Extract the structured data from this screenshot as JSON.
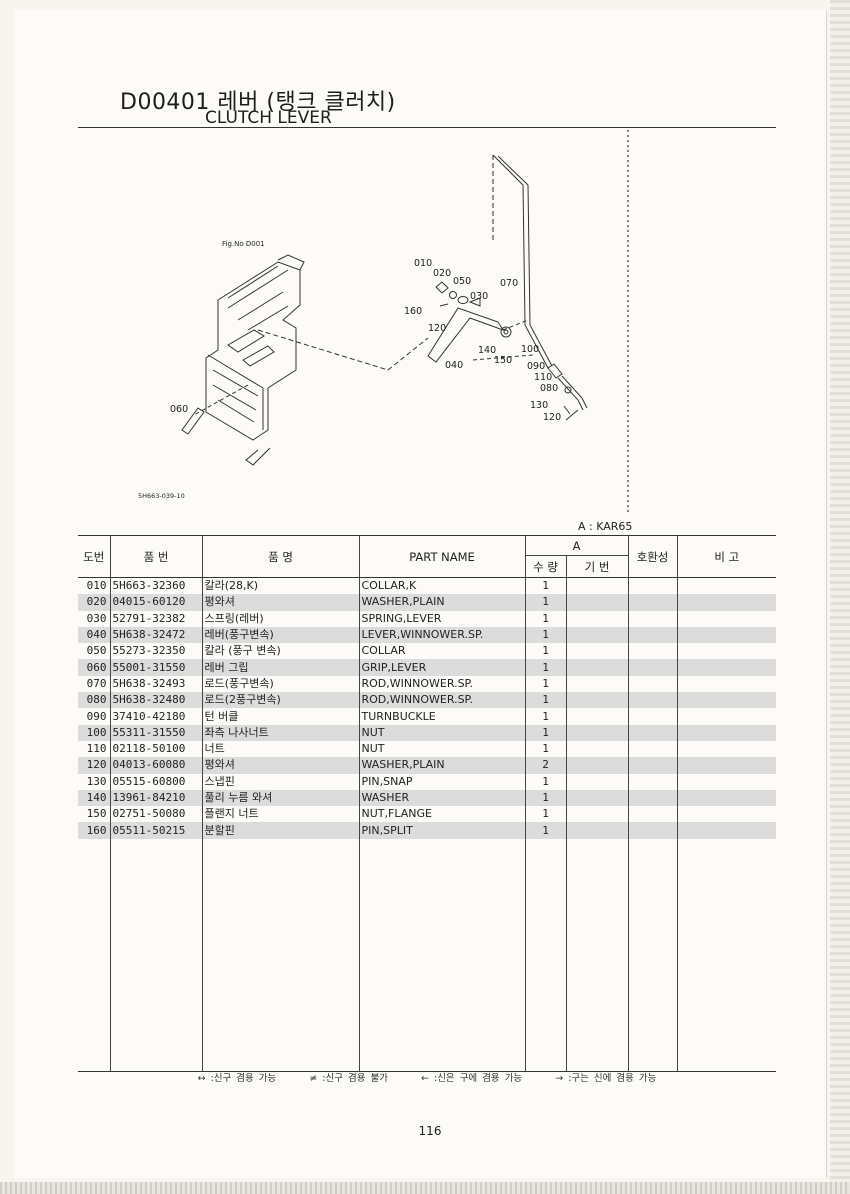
{
  "header": {
    "title_code": "D00401 레버 (탱크 클러치)",
    "title_en": "CLUTCH LEVER"
  },
  "diagram": {
    "figure_ref": "Fig.No D001",
    "drawing_no": "5H663-039-10",
    "callouts": {
      "c010": "010",
      "c020": "020",
      "c050": "050",
      "c030": "030",
      "c160": "160",
      "c120a": "120",
      "c040": "040",
      "c140": "140",
      "c150": "150",
      "c070": "070",
      "c100": "100",
      "c090": "090",
      "c110": "110",
      "c080": "080",
      "c130": "130",
      "c120b": "120",
      "c060": "060"
    }
  },
  "reference": {
    "note": "A : KAR65"
  },
  "table": {
    "headers": {
      "no": "도번",
      "part_number": "품 번",
      "name_kr": "품 명",
      "part_name": "PART NAME",
      "group_a": "A",
      "qty": "수 량",
      "base": "기 번",
      "compat": "호환성",
      "remarks": "비 고"
    },
    "rows": [
      {
        "no": "010",
        "pn": "5H663-32360",
        "kr": "칼라(28,K)",
        "en": "COLLAR,K",
        "qty": "1"
      },
      {
        "no": "020",
        "pn": "04015-60120",
        "kr": "평와셔",
        "en": "WASHER,PLAIN",
        "qty": "1"
      },
      {
        "no": "030",
        "pn": "52791-32382",
        "kr": "스프링(레버)",
        "en": "SPRING,LEVER",
        "qty": "1"
      },
      {
        "no": "040",
        "pn": "5H638-32472",
        "kr": "레버(풍구변속)",
        "en": "LEVER,WINNOWER.SP.",
        "qty": "1"
      },
      {
        "no": "050",
        "pn": "55273-32350",
        "kr": "칼라 (풍구 변속)",
        "en": "COLLAR",
        "qty": "1"
      },
      {
        "no": "060",
        "pn": "55001-31550",
        "kr": "레버 그립",
        "en": "GRIP,LEVER",
        "qty": "1"
      },
      {
        "no": "070",
        "pn": "5H638-32493",
        "kr": "로드(풍구변속)",
        "en": "ROD,WINNOWER.SP.",
        "qty": "1"
      },
      {
        "no": "080",
        "pn": "5H638-32480",
        "kr": "로드(2풍구변속)",
        "en": "ROD,WINNOWER.SP.",
        "qty": "1"
      },
      {
        "no": "090",
        "pn": "37410-42180",
        "kr": "턴 버클",
        "en": "TURNBUCKLE",
        "qty": "1"
      },
      {
        "no": "100",
        "pn": "55311-31550",
        "kr": "좌측 나사너트",
        "en": "NUT",
        "qty": "1"
      },
      {
        "no": "110",
        "pn": "02118-50100",
        "kr": "너트",
        "en": "NUT",
        "qty": "1"
      },
      {
        "no": "120",
        "pn": "04013-60080",
        "kr": "평와셔",
        "en": "WASHER,PLAIN",
        "qty": "2"
      },
      {
        "no": "130",
        "pn": "05515-60800",
        "kr": "스냅핀",
        "en": "PIN,SNAP",
        "qty": "1"
      },
      {
        "no": "140",
        "pn": "13961-84210",
        "kr": "풀리 누름 와셔",
        "en": "WASHER",
        "qty": "1"
      },
      {
        "no": "150",
        "pn": "02751-50080",
        "kr": "플랜지 너트",
        "en": "NUT,FLANGE",
        "qty": "1"
      },
      {
        "no": "160",
        "pn": "05511-50215",
        "kr": "분할핀",
        "en": "PIN,SPLIT",
        "qty": "1"
      }
    ]
  },
  "legend": {
    "l1": "↔ :신구 겸용 가능",
    "l2": "≠ :신구 겸용 불가",
    "l3": "← :신은 구에 겸용 가능",
    "l4": "→ :구는 신에 겸용 가능"
  },
  "page_number": "116"
}
